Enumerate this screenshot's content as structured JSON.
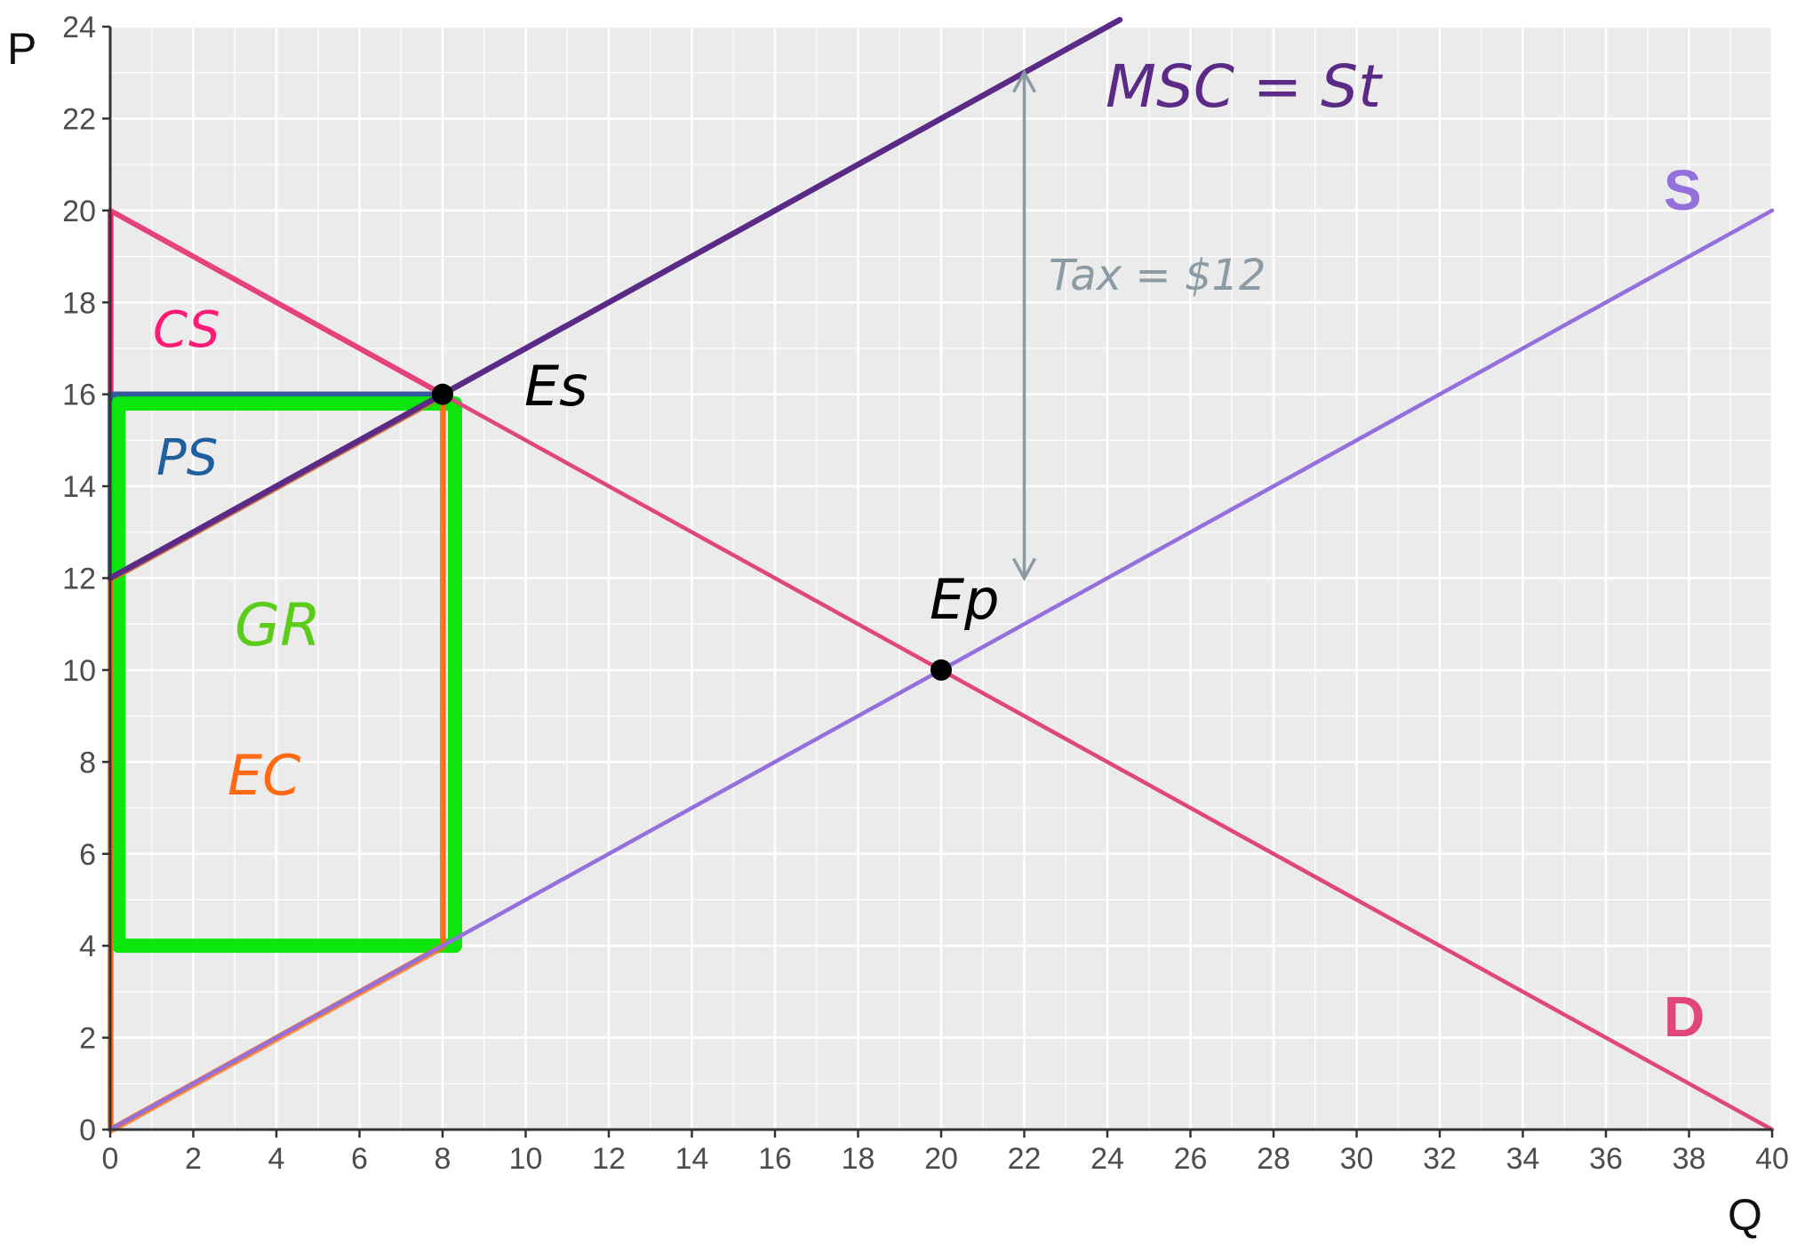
{
  "chart_data": {
    "type": "line",
    "title": "",
    "xlabel": "Q",
    "ylabel": "P",
    "xlim": [
      0,
      40
    ],
    "ylim": [
      0,
      24
    ],
    "x_ticks": [
      0,
      2,
      4,
      6,
      8,
      10,
      12,
      14,
      16,
      18,
      20,
      22,
      24,
      26,
      28,
      30,
      32,
      34,
      36,
      38,
      40
    ],
    "y_ticks": [
      0,
      2,
      4,
      6,
      8,
      10,
      12,
      14,
      16,
      18,
      20,
      22,
      24
    ],
    "grid": true,
    "series": [
      {
        "name": "S",
        "color": "#9370db",
        "points": [
          [
            0,
            0
          ],
          [
            40,
            20
          ]
        ]
      },
      {
        "name": "D",
        "color": "#e0457b",
        "points": [
          [
            0,
            20
          ],
          [
            40,
            0
          ]
        ]
      },
      {
        "name": "MSC = St",
        "color": "#5b2a86",
        "points": [
          [
            0,
            12
          ],
          [
            24.3,
            24.15
          ]
        ]
      }
    ],
    "annotations": {
      "msc_label": "MSC = St",
      "tax_label": "Tax = $12",
      "es_label": "Es",
      "ep_label": "Ep",
      "cs_label": "CS",
      "ps_label": "PS",
      "gr_label": "GR",
      "ec_label": "EC",
      "tax_arrow": {
        "x": 22,
        "y_from": 23,
        "y_to": 12
      },
      "points": [
        {
          "name": "Es",
          "x": 8,
          "y": 16
        },
        {
          "name": "Ep",
          "x": 20,
          "y": 10
        }
      ],
      "regions": [
        {
          "name": "CS",
          "color": "#ff1a75",
          "polygon": [
            [
              0,
              20
            ],
            [
              8,
              16
            ],
            [
              0,
              16
            ]
          ]
        },
        {
          "name": "PS",
          "color": "#1f5fa0",
          "polygon": [
            [
              0,
              16
            ],
            [
              8,
              16
            ],
            [
              0,
              12
            ]
          ]
        },
        {
          "name": "GR",
          "color": "#00e600",
          "polygon": [
            [
              0.2,
              15.8
            ],
            [
              8.3,
              15.8
            ],
            [
              8.3,
              4
            ],
            [
              0.2,
              4
            ]
          ]
        },
        {
          "name": "EC",
          "color": "#ff6a13",
          "polygon": [
            [
              0,
              12
            ],
            [
              8,
              16
            ],
            [
              8,
              4
            ],
            [
              0,
              0
            ]
          ]
        }
      ]
    },
    "colors": {
      "panel_bg": "#ebebeb",
      "grid": "#ffffff",
      "axis": "#333333",
      "tax_arrow": "#8a9ba3"
    }
  }
}
